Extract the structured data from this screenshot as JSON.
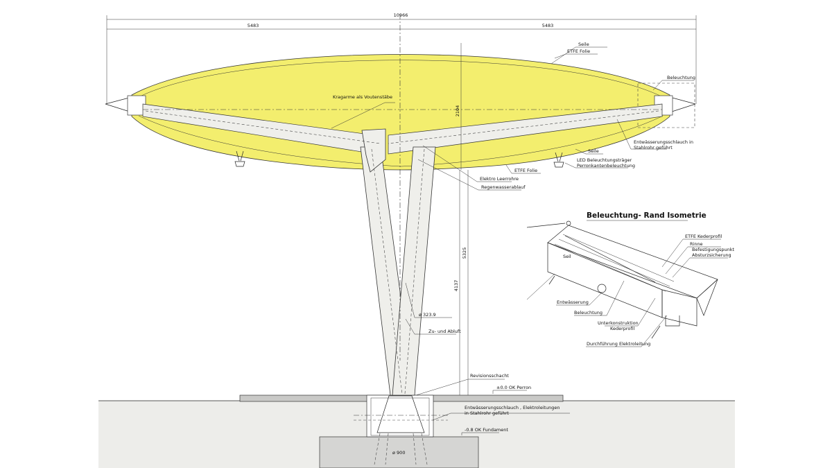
{
  "colors": {
    "membrane": "#f3ee6e",
    "ground": "#ededea",
    "foundation": "#d5d5d3",
    "platform": "#c9c9c7",
    "steel": "#efefeb",
    "line": "#222222"
  },
  "dimensions": {
    "total_width": "10966",
    "half_left": "5483",
    "half_right": "5483",
    "membrane_height": "2104",
    "column_height_total": "5325",
    "column_height_lower": "4137",
    "pipe_diameter": "ø 323.9",
    "foundation_diameter": "ø 900"
  },
  "labels": {
    "etfe_folie_top": "ETFE Folie",
    "seile_top": "Seile",
    "beleuchtung": "Beleuchtung",
    "kragarme": "Kragarme als Voutenstäbe",
    "entwaesserungsschlauch_line1": "Entwässerungsschlauch in",
    "entwaesserungsschlauch_line2": "Stahlrohr geführt",
    "seile_bottom": "Seile",
    "led_line1": "LED Beleuchtungsträger",
    "led_line2": "Perronkantenbeleuchtung",
    "etfe_folie_bottom": "ETFE Folie",
    "elektro_leerrohre": "Elektro Leerrohre",
    "regenwasserablauf": "Regenwasserablauf",
    "zu_und_abluft": "Zu- und Abluft",
    "revisionsschacht": "Revisionsschacht",
    "ok_perron": "±0.0 OK Perron",
    "ok_fundament": "-0.8 OK Fundament",
    "entw_elektro_line1": "Entwässerungsschlauch , Elektroleitungen",
    "entw_elektro_line2": "in Stahlrohr geführt"
  },
  "isometric": {
    "title": "Beleuchtung- Rand Isometrie",
    "labels": {
      "etfe_kederprofil": "ETFE Kederprofil",
      "rinne": "Rinne",
      "befestigungspunkt": "Befestigungspunkt",
      "absturzsicherung": "Absturzsicherung",
      "seil": "Seil",
      "entwaesserung": "Entwässerung",
      "beleuchtung": "Beleuchtung",
      "unterkonstruktion": "Unterkonstruktion",
      "kederprofil": "Kederprofil",
      "durchfuehrung": "Durchführung Elektroleitung"
    }
  }
}
